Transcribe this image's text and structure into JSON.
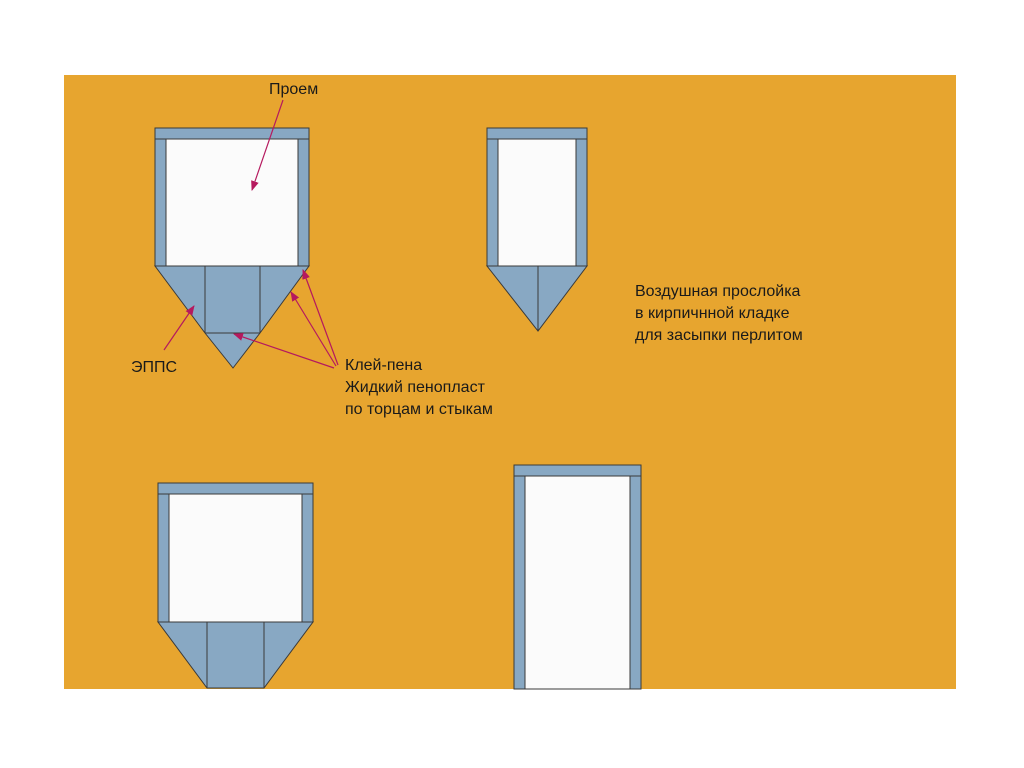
{
  "labels": {
    "opening": "Проем",
    "eps": "ЭППС",
    "foam_line1": "Клей-пена",
    "foam_line2": "Жидкий пенопласт",
    "foam_line3": "по торцам и стыкам",
    "air_line1": "Воздушная прослойка",
    "air_line2": "в кирпичнной кладке",
    "air_line3": "для засыпки перлитом"
  },
  "colors": {
    "background": "#e7a52f",
    "eps_insulation": "#88a8c3",
    "opening": "#fbfbfb",
    "outline": "#3a3a3a",
    "arrow": "#b5195e"
  }
}
